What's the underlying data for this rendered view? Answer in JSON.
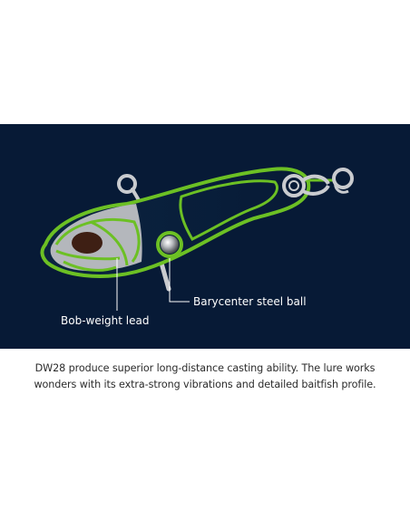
{
  "diagram": {
    "background_color": "#071a36",
    "outline_color": "#6cc024",
    "callouts": {
      "steel_ball": "Barycenter steel ball",
      "lead": "Bob-weight lead"
    }
  },
  "caption": {
    "line1": "DW28 produce superior long-distance casting ability. The lure works",
    "line2": "wonders with its extra-strong vibrations and detailed baitfish profile."
  }
}
